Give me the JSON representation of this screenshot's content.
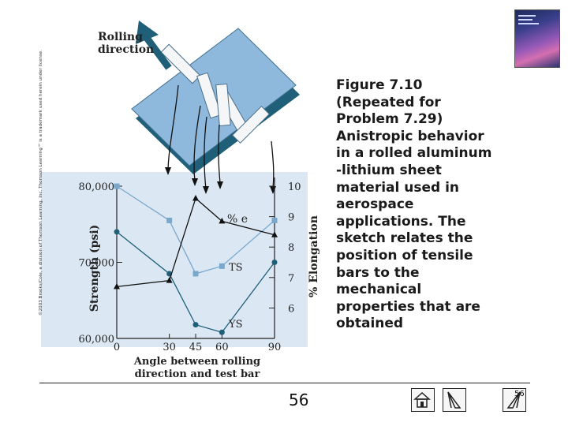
{
  "caption": "Figure 7.10\n(Repeated for\nProblem 7.29)\nAnistropic behavior\nin a rolled aluminum\n-lithium sheet\nmaterial used in\naerospace\napplications.  The\nsketch relates the\nposition of tensile\nbars to the\nmechanical\nproperties that are\nobtained",
  "copyright": "©2003 Brooks/Cole, a division of Thomson Learning, Inc.  Thomson Learning™ is a trademark used herein under license.",
  "page_number": "56",
  "page_number_small": "56",
  "sketch": {
    "rolling_label_1": "Rolling",
    "rolling_label_2": "direction"
  },
  "colors": {
    "panel": "#dbe8f4",
    "sheet": "#8fb9dc",
    "dark_series": "#1f5f78",
    "light_series": "#7aa8cc",
    "line_series": "#111111"
  },
  "icons": [
    "home-icon",
    "back-icon",
    "next-icon"
  ],
  "chart_data": {
    "type": "line",
    "xlabel_1": "Angle between rolling",
    "xlabel_2": "direction and test bar",
    "ylabel_left": "Strength (psi)",
    "ylabel_right": "% Elongation",
    "x_ticks": [
      "0",
      "30",
      "45",
      "60",
      "90"
    ],
    "y_left_ticks": [
      "80,000",
      "70,000",
      "60,000"
    ],
    "y_right_ticks": [
      "10",
      "9",
      "8",
      "7",
      "6"
    ],
    "xlim": [
      0,
      90
    ],
    "ylim_left": [
      60000,
      80000
    ],
    "ylim_right": [
      5,
      10
    ],
    "series": [
      {
        "name": "TS",
        "axis": "left",
        "x": [
          0,
          30,
          45,
          60,
          90
        ],
        "y": [
          80000,
          75500,
          68500,
          69500,
          75500
        ]
      },
      {
        "name": "YS",
        "axis": "left",
        "x": [
          0,
          30,
          45,
          60,
          90
        ],
        "y": [
          74000,
          68500,
          61800,
          60800,
          70000
        ]
      },
      {
        "name": "% e",
        "axis": "right",
        "x": [
          0,
          30,
          45,
          60,
          90
        ],
        "y": [
          6.7,
          6.9,
          9.6,
          8.85,
          8.4
        ]
      }
    ]
  }
}
